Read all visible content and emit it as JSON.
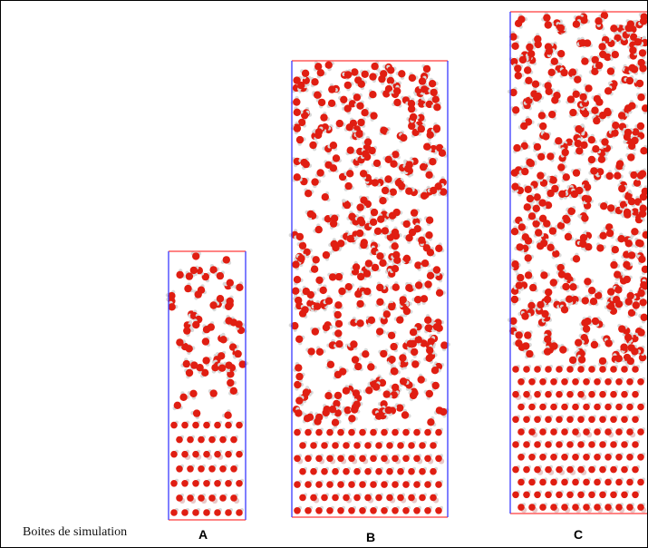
{
  "caption": "Boites de simulation",
  "boxes": [
    {
      "label": "A"
    },
    {
      "label": "B"
    },
    {
      "label": "C"
    }
  ],
  "colors": {
    "oxygen": "#e01e12",
    "hydrogen": "#d9d9d9",
    "silicon": "#e8c8c8",
    "box_side": "#3a3aff",
    "box_cap": "#ff3a3a",
    "background": "#ffffff"
  }
}
